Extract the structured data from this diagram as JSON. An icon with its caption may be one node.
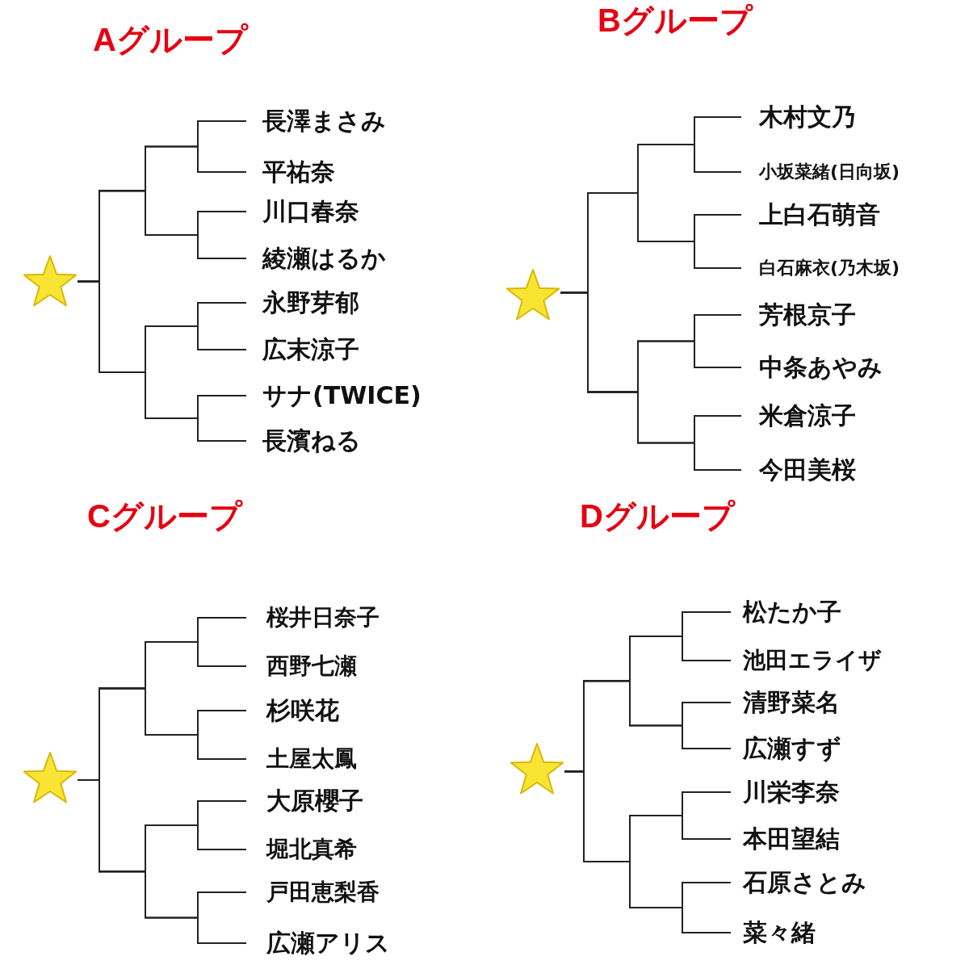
{
  "diagram": {
    "nodes": [
      {
        "text": [],
        "shape": "star"
      },
      {
        "text": [
          "長澤まさみ"
        ]
      },
      {
        "text": [
          "平祐奈"
        ]
      },
      {
        "text": [
          "川口春奈"
        ]
      },
      {
        "text": [
          "綾瀬はるか"
        ]
      },
      {
        "text": [
          "永野芽郁"
        ]
      },
      {
        "text": [
          "広末涼子"
        ]
      },
      {
        "text": [
          "サナ(TWICE)"
        ]
      },
      {
        "text": [
          "長濱ねる"
        ]
      },
      {
        "text": [],
        "shape": "star"
      },
      {
        "text": [
          "木村文乃"
        ]
      },
      {
        "text": [
          "小坂菜緒(日向坂)"
        ]
      },
      {
        "text": [
          "上白石萌音"
        ]
      },
      {
        "text": [
          "白石麻衣(乃木坂)"
        ]
      },
      {
        "text": [
          "芳根京子"
        ]
      },
      {
        "text": [
          "中条あやみ"
        ]
      },
      {
        "text": [
          "米倉涼子"
        ]
      },
      {
        "text": [
          "今田美桜"
        ]
      },
      {
        "text": [],
        "shape": "star"
      },
      {
        "text": [
          "桜井日奈子"
        ]
      },
      {
        "text": [
          "西野七瀬"
        ]
      },
      {
        "text": [
          "杉咲花"
        ]
      },
      {
        "text": [
          "土屋太鳳"
        ]
      },
      {
        "text": [
          "大原櫻子"
        ]
      },
      {
        "text": [
          "堀北真希"
        ]
      },
      {
        "text": [
          "戸田恵梨香"
        ]
      },
      {
        "text": [
          "広瀬アリス"
        ]
      },
      {
        "text": [],
        "shape": "star"
      },
      {
        "text": [
          "松たか子"
        ]
      },
      {
        "text": [
          "池田エライザ"
        ]
      },
      {
        "text": [
          "清野菜名"
        ]
      },
      {
        "text": [
          "広瀬すず"
        ]
      },
      {
        "text": [
          "川栄李奈"
        ]
      },
      {
        "text": [
          "本田望結"
        ]
      },
      {
        "text": [
          "石原さとみ"
        ]
      },
      {
        "text": [
          "菜々緒"
        ]
      }
    ],
    "edges": [
      {
        "from": 0,
        "to": 1,
        "arrow": "none"
      },
      {
        "from": 0,
        "to": 2,
        "arrow": "none"
      },
      {
        "from": 0,
        "to": 3,
        "arrow": "none"
      },
      {
        "from": 0,
        "to": 4,
        "arrow": "none"
      },
      {
        "from": 0,
        "to": 5,
        "arrow": "none"
      },
      {
        "from": 0,
        "to": 6,
        "arrow": "none"
      },
      {
        "from": 0,
        "to": 7,
        "arrow": "none"
      },
      {
        "from": 0,
        "to": 8,
        "arrow": "none"
      },
      {
        "from": 9,
        "to": 10,
        "arrow": "none"
      },
      {
        "from": 9,
        "to": 11,
        "arrow": "none"
      },
      {
        "from": 9,
        "to": 12,
        "arrow": "none"
      },
      {
        "from": 9,
        "to": 13,
        "arrow": "none"
      },
      {
        "from": 9,
        "to": 14,
        "arrow": "none"
      },
      {
        "from": 9,
        "to": 15,
        "arrow": "none"
      },
      {
        "from": 9,
        "to": 16,
        "arrow": "none"
      },
      {
        "from": 9,
        "to": 17,
        "arrow": "none"
      },
      {
        "from": 18,
        "to": 19,
        "arrow": "none"
      },
      {
        "from": 18,
        "to": 20,
        "arrow": "none"
      },
      {
        "from": 18,
        "to": 21,
        "arrow": "none"
      },
      {
        "from": 18,
        "to": 22,
        "arrow": "none"
      },
      {
        "from": 18,
        "to": 23,
        "arrow": "none"
      },
      {
        "from": 18,
        "to": 24,
        "arrow": "none"
      },
      {
        "from": 18,
        "to": 25,
        "arrow": "none"
      },
      {
        "from": 18,
        "to": 26,
        "arrow": "none"
      },
      {
        "from": 27,
        "to": 28,
        "arrow": "none"
      },
      {
        "from": 27,
        "to": 29,
        "arrow": "none"
      },
      {
        "from": 27,
        "to": 30,
        "arrow": "none"
      },
      {
        "from": 27,
        "to": 31,
        "arrow": "none"
      },
      {
        "from": 27,
        "to": 32,
        "arrow": "none"
      },
      {
        "from": 27,
        "to": 33,
        "arrow": "none"
      },
      {
        "from": 27,
        "to": 34,
        "arrow": "none"
      },
      {
        "from": 27,
        "to": 35,
        "arrow": "none"
      }
    ],
    "labels": [
      "Aグループ",
      "Bグループ",
      "Cグループ",
      "Dグループ"
    ]
  }
}
